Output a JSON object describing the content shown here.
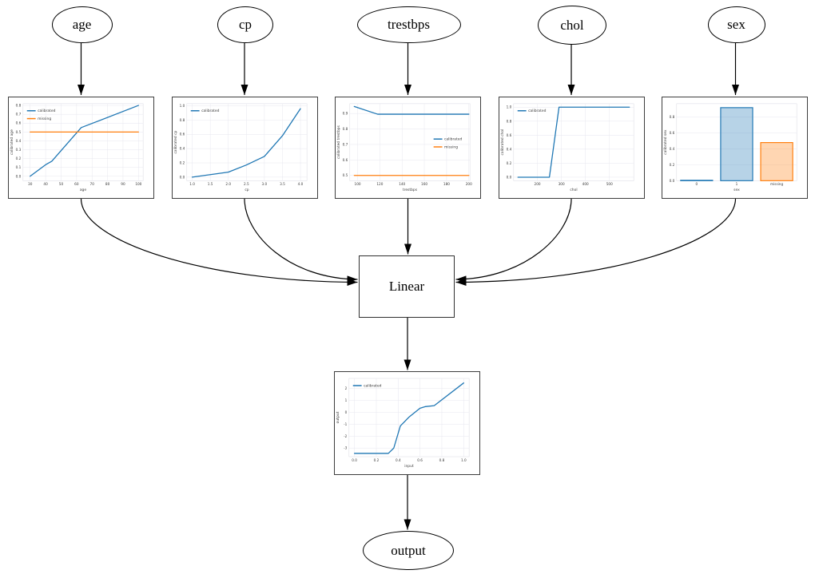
{
  "nodes": {
    "age": "age",
    "cp": "cp",
    "trestbps": "trestbps",
    "chol": "chol",
    "sex": "sex",
    "linear": "Linear",
    "output": "output"
  },
  "edges": [
    {
      "from": "age",
      "to": "age-calibrator"
    },
    {
      "from": "cp",
      "to": "cp-calibrator"
    },
    {
      "from": "trestbps",
      "to": "trestbps-calibrator"
    },
    {
      "from": "chol",
      "to": "chol-calibrator"
    },
    {
      "from": "sex",
      "to": "sex-calibrator"
    },
    {
      "from": "age-calibrator",
      "to": "linear"
    },
    {
      "from": "cp-calibrator",
      "to": "linear"
    },
    {
      "from": "trestbps-calibrator",
      "to": "linear"
    },
    {
      "from": "chol-calibrator",
      "to": "linear"
    },
    {
      "from": "sex-calibrator",
      "to": "linear"
    },
    {
      "from": "linear",
      "to": "output-calibrator"
    },
    {
      "from": "output-calibrator",
      "to": "output"
    }
  ],
  "colors": {
    "calibrated": "#1f77b4",
    "missing": "#ff7f0e",
    "edge": "#000000",
    "grid": "#e7e7ef"
  },
  "chart_data": [
    {
      "key": "age",
      "type": "line",
      "title": "",
      "xlabel": "age",
      "ylabel": "calibrated age",
      "xlim": [
        25.4,
        103.0
      ],
      "ylim": [
        -0.05,
        0.82
      ],
      "xtick_vals": [
        30,
        40,
        50,
        60,
        70,
        80,
        90,
        100
      ],
      "xtick_labels": [
        "30",
        "40",
        "50",
        "60",
        "70",
        "80",
        "90",
        "100"
      ],
      "ytick_vals": [
        0.0,
        0.1,
        0.2,
        0.3,
        0.4,
        0.5,
        0.6,
        0.7,
        0.8
      ],
      "ytick_labels": [
        "0.0",
        "0.1",
        "0.2",
        "0.3",
        "0.4",
        "0.5",
        "0.6",
        "0.7",
        "0.8"
      ],
      "legend": "upper-left",
      "grid": true,
      "series": [
        {
          "name": "calibrated",
          "color": "#1f77b4",
          "x": [
            30,
            40,
            44,
            63,
            66,
            100
          ],
          "y": [
            0.0,
            0.13,
            0.17,
            0.55,
            0.57,
            0.8
          ]
        },
        {
          "name": "missing",
          "color": "#ff7f0e",
          "x": [
            30,
            100
          ],
          "y": [
            0.5,
            0.5
          ]
        }
      ]
    },
    {
      "key": "cp",
      "type": "line",
      "title": "",
      "xlabel": "cp",
      "ylabel": "calibrated cp",
      "xlim": [
        0.85,
        4.18
      ],
      "ylim": [
        -0.05,
        1.03
      ],
      "xtick_vals": [
        1.0,
        1.5,
        2.0,
        2.5,
        3.0,
        3.5,
        4.0
      ],
      "xtick_labels": [
        "1.0",
        "1.5",
        "2.0",
        "2.5",
        "3.0",
        "3.5",
        "4.0"
      ],
      "ytick_vals": [
        0.0,
        0.2,
        0.4,
        0.6,
        0.8,
        1.0
      ],
      "ytick_labels": [
        "0.0",
        "0.2",
        "0.4",
        "0.6",
        "0.8",
        "1.0"
      ],
      "legend": "upper-left",
      "grid": true,
      "series": [
        {
          "name": "calibrated",
          "color": "#1f77b4",
          "x": [
            1.0,
            1.5,
            2.0,
            2.5,
            3.0,
            3.5,
            4.0
          ],
          "y": [
            0.0,
            0.035,
            0.07,
            0.17,
            0.29,
            0.58,
            0.96
          ]
        }
      ]
    },
    {
      "key": "trestbps",
      "type": "line",
      "title": "",
      "xlabel": "trestbps",
      "ylabel": "calibrated trestbps",
      "xlim": [
        93,
        201
      ],
      "ylim": [
        0.466,
        0.963
      ],
      "xtick_vals": [
        100,
        120,
        140,
        160,
        180,
        200
      ],
      "xtick_labels": [
        "100",
        "120",
        "140",
        "160",
        "180",
        "200"
      ],
      "ytick_vals": [
        0.5,
        0.6,
        0.7,
        0.8,
        0.9
      ],
      "ytick_labels": [
        "0.5",
        "0.6",
        "0.7",
        "0.8",
        "0.9"
      ],
      "legend": "center-right",
      "grid": true,
      "series": [
        {
          "name": "calibrated",
          "color": "#1f77b4",
          "x": [
            97,
            118,
            200
          ],
          "y": [
            0.945,
            0.895,
            0.895
          ]
        },
        {
          "name": "missing",
          "color": "#ff7f0e",
          "x": [
            97,
            200
          ],
          "y": [
            0.5,
            0.5
          ]
        }
      ]
    },
    {
      "key": "chol",
      "type": "line",
      "title": "",
      "xlabel": "chol",
      "ylabel": "calibrated chol",
      "xlim": [
        101,
        601
      ],
      "ylim": [
        -0.05,
        1.05
      ],
      "xtick_vals": [
        200,
        300,
        400,
        500
      ],
      "xtick_labels": [
        "200",
        "300",
        "400",
        "500"
      ],
      "ytick_vals": [
        0.0,
        0.2,
        0.4,
        0.6,
        0.8,
        1.0
      ],
      "ytick_labels": [
        "0.0",
        "0.2",
        "0.4",
        "0.6",
        "0.8",
        "1.0"
      ],
      "legend": "upper-left",
      "grid": true,
      "series": [
        {
          "name": "calibrated",
          "color": "#1f77b4",
          "x": [
            119,
            250,
            290,
            583
          ],
          "y": [
            0.0,
            0.0,
            1.0,
            1.0
          ]
        }
      ]
    },
    {
      "key": "sex",
      "type": "bar",
      "title": "",
      "xlabel": "sex",
      "ylabel": "calibrated sex",
      "ylim": [
        0,
        0.97
      ],
      "ytick_vals": [
        0.0,
        0.2,
        0.4,
        0.6,
        0.8
      ],
      "ytick_labels": [
        "0.0",
        "0.2",
        "0.4",
        "0.6",
        "0.8"
      ],
      "categories": [
        "0",
        "1",
        "missing"
      ],
      "values": [
        0.005,
        0.92,
        0.48
      ],
      "bar_colors": [
        "#1f77b4",
        "#1f77b4",
        "#ff7f0e"
      ],
      "bar_fill_opacity": 0.32,
      "legend": null,
      "grid": true,
      "series": []
    },
    {
      "key": "output",
      "type": "line",
      "title": "",
      "xlabel": "input",
      "ylabel": "output",
      "xlim": [
        -0.05,
        1.05
      ],
      "ylim": [
        -3.72,
        2.83
      ],
      "xtick_vals": [
        0.0,
        0.2,
        0.4,
        0.6,
        0.8,
        1.0
      ],
      "xtick_labels": [
        "0.0",
        "0.2",
        "0.4",
        "0.6",
        "0.8",
        "1.0"
      ],
      "ytick_vals": [
        -3,
        -2,
        -1,
        0,
        1,
        2
      ],
      "ytick_labels": [
        "-3",
        "-2",
        "-1",
        "0",
        "1",
        "2"
      ],
      "legend": "upper-left",
      "grid": true,
      "series": [
        {
          "name": "calibrated",
          "color": "#1f77b4",
          "x": [
            0.0,
            0.31,
            0.36,
            0.42,
            0.5,
            0.6,
            0.65,
            0.73,
            1.0
          ],
          "y": [
            -3.45,
            -3.45,
            -3.0,
            -1.15,
            -0.4,
            0.33,
            0.47,
            0.55,
            2.45
          ]
        }
      ]
    }
  ]
}
